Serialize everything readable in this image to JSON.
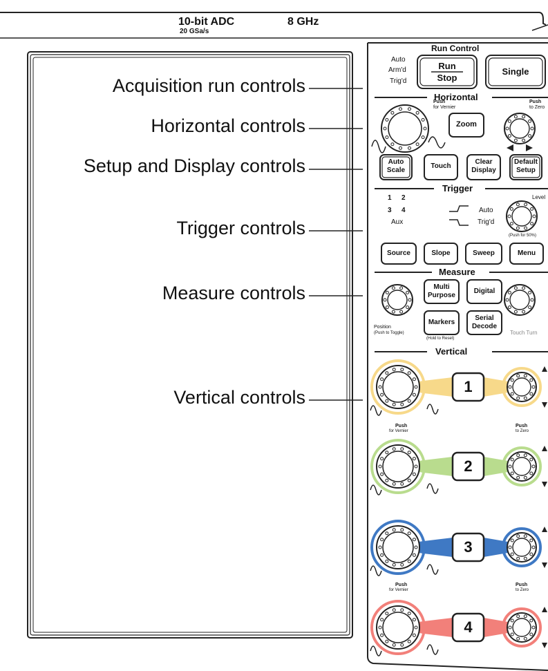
{
  "header": {
    "adc_label": "10-bit ADC",
    "sample_rate": "20 GSa/s",
    "bandwidth": "8 GHz"
  },
  "callouts": [
    "Acquisition run controls",
    "Horizontal controls",
    "Setup and Display controls",
    "Trigger controls",
    "Measure controls",
    "Vertical controls"
  ],
  "run_control": {
    "title": "Run Control",
    "status": [
      "Auto",
      "Arm'd",
      "Trig'd"
    ],
    "run_label": "Run",
    "stop_label": "Stop",
    "single_label": "Single"
  },
  "horizontal": {
    "title": "Horizontal",
    "push_vernier": "Push",
    "for_vernier": "for Vernier",
    "push_zero": "Push",
    "to_zero": "to Zero",
    "zoom_label": "Zoom"
  },
  "setup": {
    "auto_scale": [
      "Auto",
      "Scale"
    ],
    "touch": "Touch",
    "clear_display": [
      "Clear",
      "Display"
    ],
    "default_setup": [
      "Default",
      "Setup"
    ]
  },
  "trigger": {
    "title": "Trigger",
    "sources": [
      "1",
      "2",
      "3",
      "4",
      "Aux"
    ],
    "mode": [
      "Auto",
      "Trig'd"
    ],
    "level": "Level",
    "push_50": "(Push for 50%)",
    "buttons": [
      "Source",
      "Slope",
      "Sweep",
      "Menu"
    ]
  },
  "measure": {
    "title": "Measure",
    "multi_purpose": [
      "Multi",
      "Purpose"
    ],
    "digital": "Digital",
    "markers": "Markers",
    "serial_decode": [
      "Serial",
      "Decode"
    ],
    "position": "Position",
    "push_toggle": "(Push to Toggle)",
    "hold_reset": "(Hold to Reset)",
    "touch_turn": "Touch Turn"
  },
  "vertical": {
    "title": "Vertical",
    "push": "Push",
    "for_vernier": "for Vernier",
    "to_zero": "to Zero",
    "channels": [
      {
        "number": "1",
        "color": "#f7d98a"
      },
      {
        "number": "2",
        "color": "#b9dc8e"
      },
      {
        "number": "3",
        "color": "#3f79c4"
      },
      {
        "number": "4",
        "color": "#f2807a"
      }
    ]
  },
  "colors": {
    "line": "#222222",
    "panel": "#ffffff"
  }
}
